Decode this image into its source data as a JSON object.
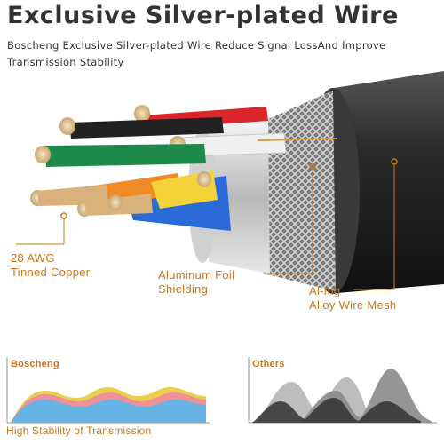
{
  "header": {
    "title": "Exclusive Silver-plated Wire",
    "subtitle": "Boscheng Exclusive Silver-plated Wire Reduce Signal LossAnd Improve Transmission Stability"
  },
  "callouts": {
    "tinned_copper_line1": "28 AWG",
    "tinned_copper_line2": "Tinned Copper",
    "foil_line1": "Aluminum Foil",
    "foil_line2": "Shielding",
    "mesh_line1": "Al-mg",
    "mesh_line2": "Alloy Wire Mesh"
  },
  "comparison": {
    "left_label": "Boscheng",
    "right_label": "Others",
    "caption": "High Stability of Transmission"
  },
  "colors": {
    "accent": "#c8781e",
    "title_text": "#333333",
    "wire_red": "#d8262a",
    "wire_black": "#222222",
    "wire_white": "#f0f0f0",
    "wire_green": "#1e8a4a",
    "wire_orange": "#f08a24",
    "wire_yellow": "#f4d23a",
    "wire_blue": "#2a6bd8",
    "jacket": "#2a2a2a"
  }
}
